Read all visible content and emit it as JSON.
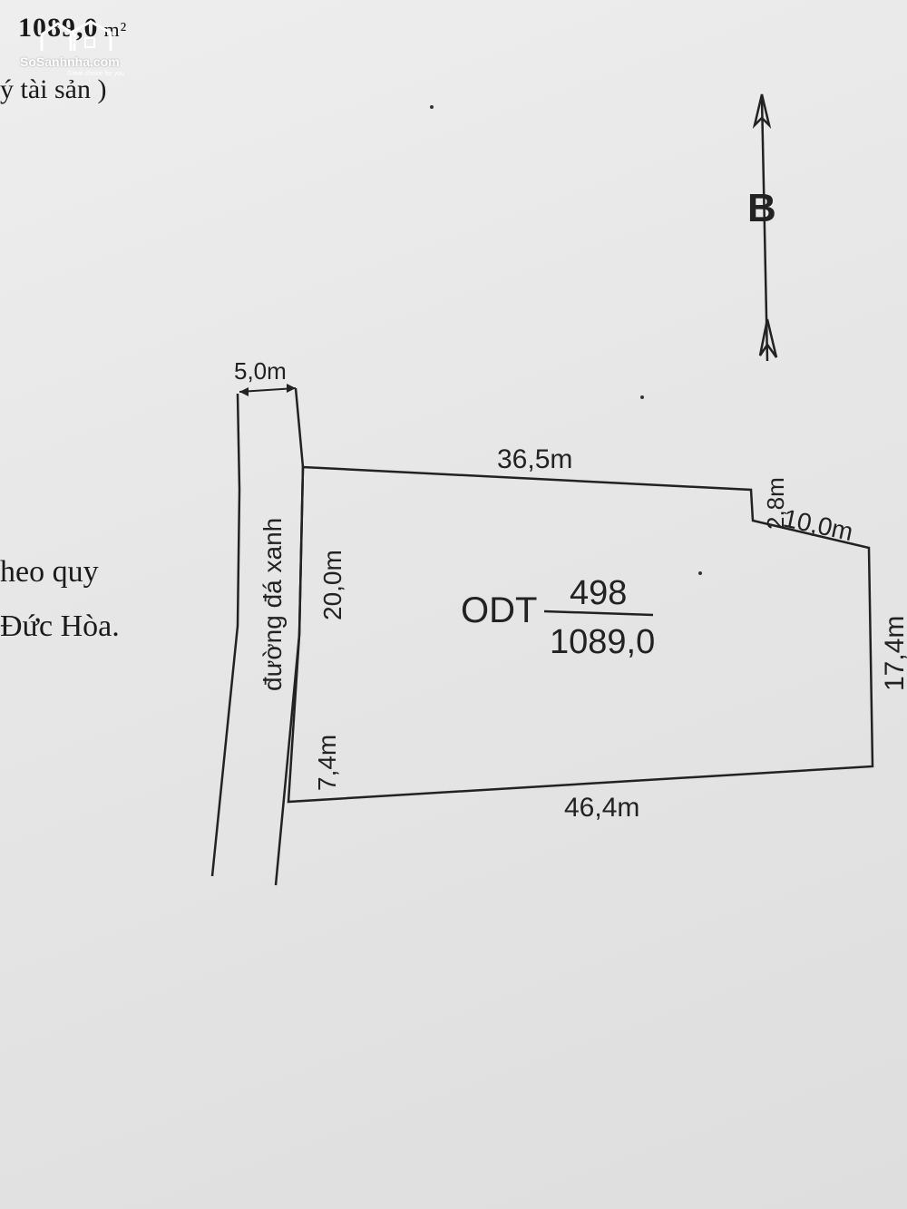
{
  "header": {
    "area_value": "1089,0",
    "area_unit": "m²",
    "note": "ý tài sản )"
  },
  "side_text": {
    "line1": "heo quy",
    "line2": "Đức Hòa."
  },
  "watermark": {
    "name": "SoSanhnha.com",
    "tagline": "Great choice for you"
  },
  "compass": {
    "label": "B"
  },
  "road": {
    "name": "đường đá xanh",
    "width_label": "5,0m"
  },
  "parcel": {
    "land_type": "ODT",
    "parcel_number": "498",
    "area": "1089,0",
    "dimensions": {
      "top": "36,5m",
      "notch_vertical": "2,8m",
      "notch_diagonal": "10,0m",
      "right": "17,4m",
      "bottom": "46,4m",
      "left_upper": "20,0m",
      "left_lower": "7,4m"
    }
  },
  "colors": {
    "ink": "#222222",
    "paper": "#e8e8e8"
  }
}
